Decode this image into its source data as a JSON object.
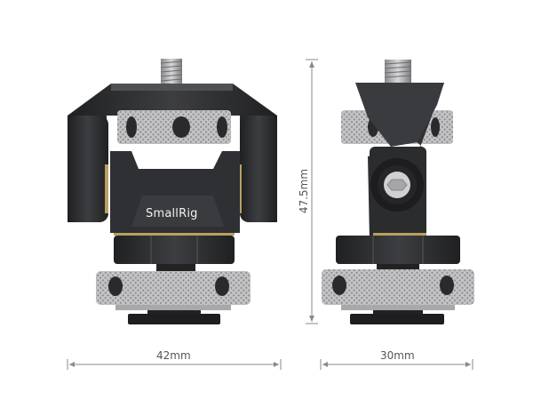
{
  "product": {
    "brand_logo": "SmallRig",
    "views": [
      {
        "name": "front-view",
        "width_label": "42mm"
      },
      {
        "name": "side-view",
        "width_label": "30mm"
      }
    ],
    "height_label": "47.5mm"
  },
  "colors": {
    "body": "#2b2c2e",
    "body_light": "#4a4b4e",
    "knurl": "#b9b9bb",
    "knurl_dark": "#8e8e90",
    "brass": "#b8a060",
    "dimension_line": "#8a8a8a",
    "dimension_text": "#555555"
  }
}
